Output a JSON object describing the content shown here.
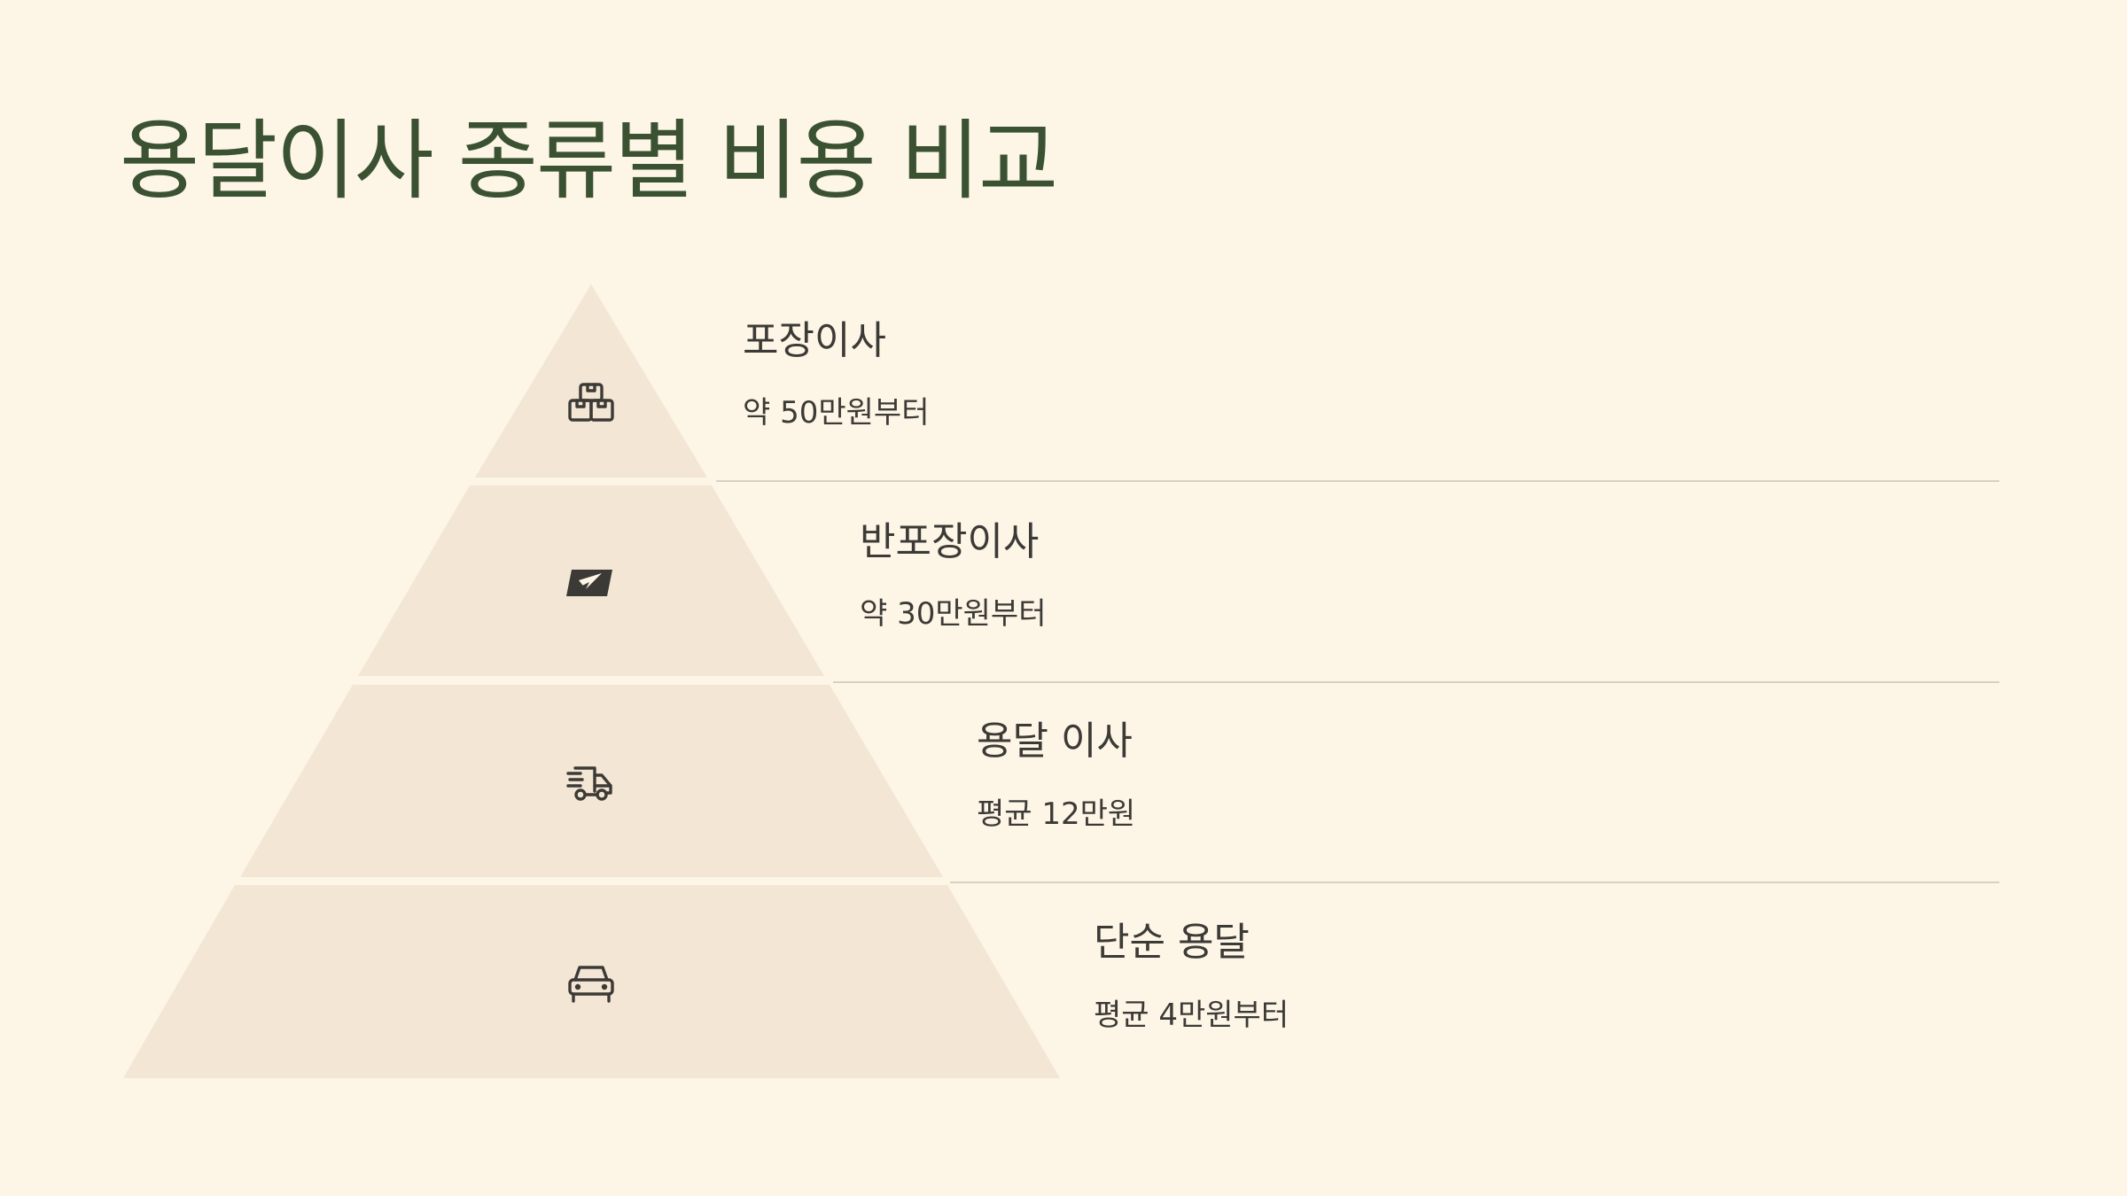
{
  "title": "용달이사 종류별 비용 비교",
  "colors": {
    "background": "#FDF5E6",
    "tier_fill": "#F3E6D4",
    "title": "#3A5232",
    "text": "#3C3A36",
    "divider": "#D8D0C0"
  },
  "tiers": [
    {
      "name": "포장이사",
      "price": "약 50만원부터",
      "icon": "boxes-icon"
    },
    {
      "name": "반포장이사",
      "price": "약 30만원부터",
      "icon": "mail-icon"
    },
    {
      "name": "용달 이사",
      "price": "평균 12만원",
      "icon": "delivery-truck-icon"
    },
    {
      "name": "단순 용달",
      "price": "평균 4만원부터",
      "icon": "car-icon"
    }
  ]
}
